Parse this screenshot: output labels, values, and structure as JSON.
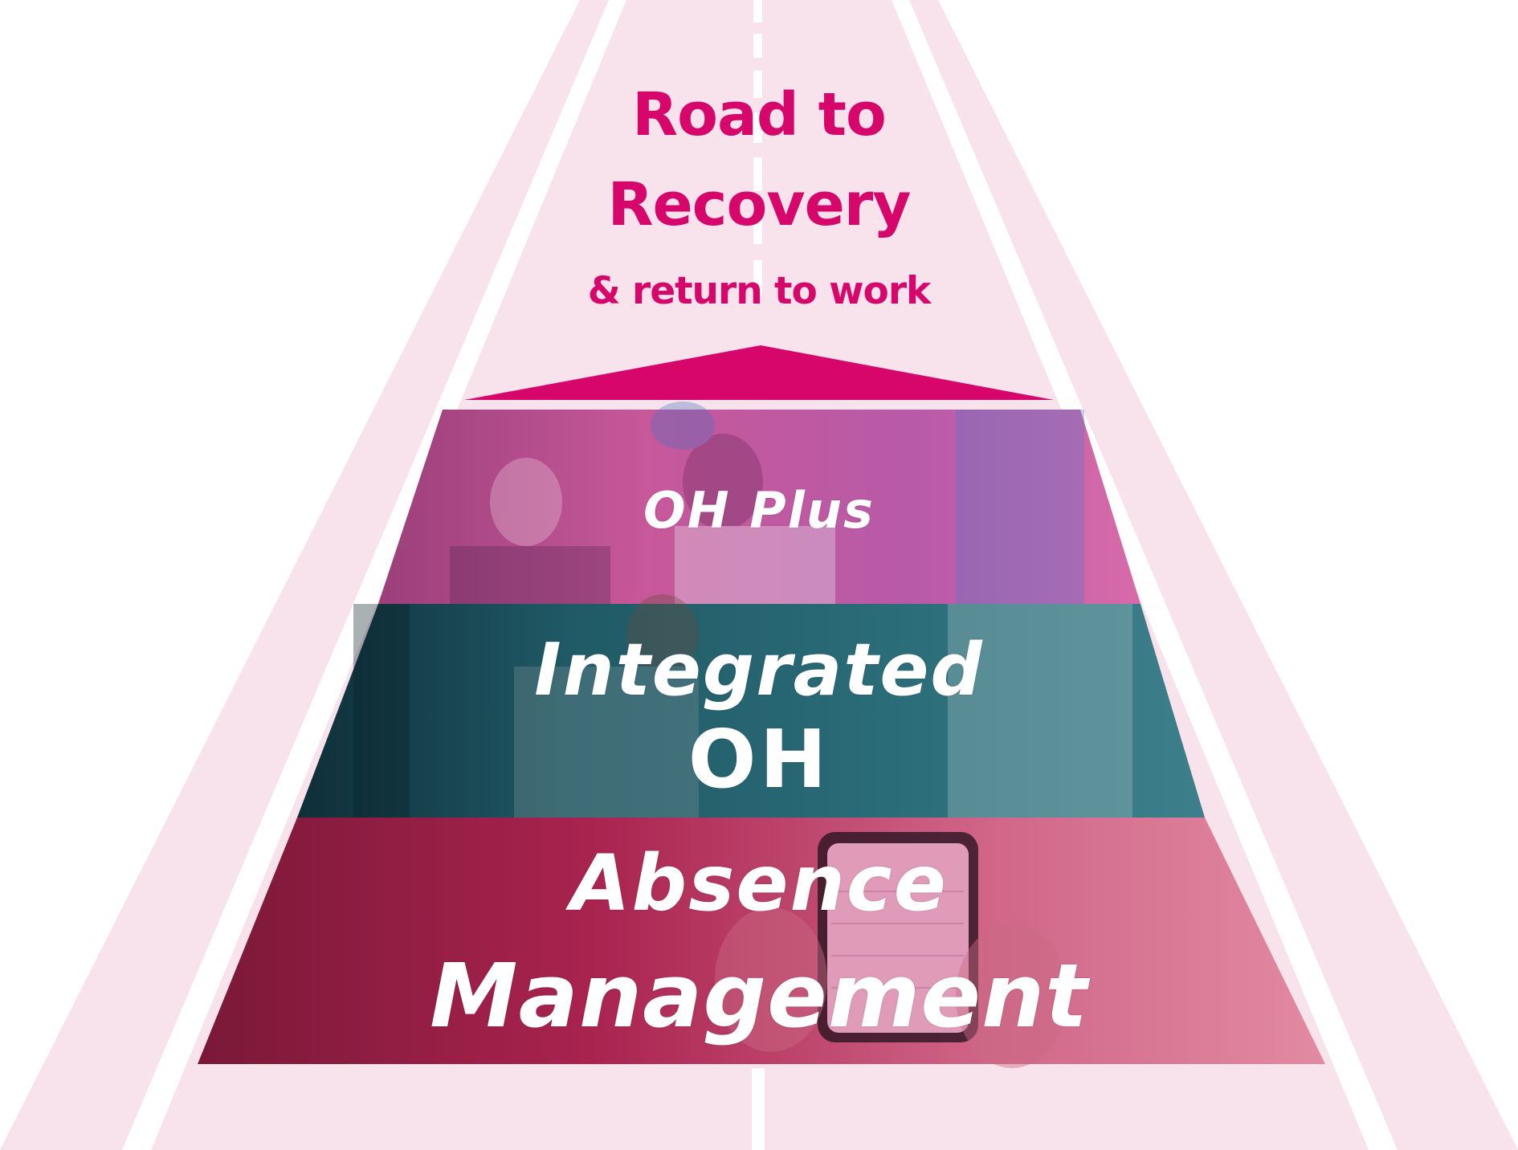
{
  "heading": {
    "line1": "Road to",
    "line2": "Recovery",
    "subtitle": "& return to work"
  },
  "tiers": {
    "top": {
      "label": "OH Plus"
    },
    "middle": {
      "line1": "Integrated",
      "line2": "OH"
    },
    "bottom": {
      "line1": "Absence",
      "line2": "Management"
    }
  },
  "colors": {
    "road": "#f8e3ec",
    "road_edge": "#ffffff",
    "accent": "#d6066b",
    "tier_top": "#c7589a",
    "tier_middle": "#1f5a66",
    "tier_bottom": "#a9234f",
    "label_text": "#ffffff"
  },
  "icons": {
    "arrow": "pointer-triangle-icon"
  }
}
